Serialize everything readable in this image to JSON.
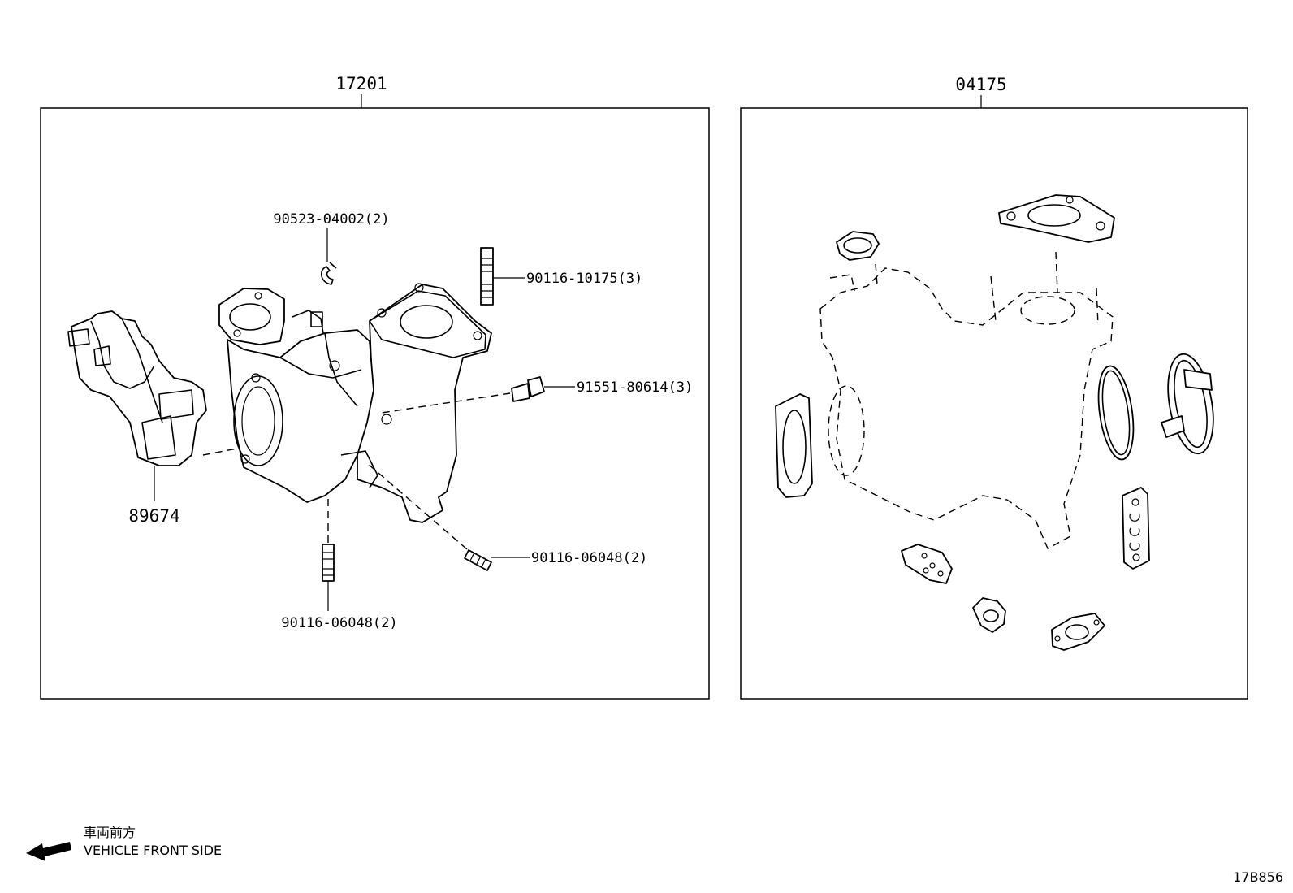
{
  "group_left": {
    "title": "17201",
    "callouts": {
      "actuator": "89674",
      "clip": "90523-04002(2)",
      "stud_top": "90116-10175(3)",
      "bolt": "91551-80614(3)",
      "stud_right": "90116-06048(2)",
      "stud_bottom": "90116-06048(2)"
    }
  },
  "group_right": {
    "title": "04175"
  },
  "direction": {
    "label_jp": "車両前方",
    "label_en": "VEHICLE FRONT SIDE"
  },
  "diagram_code": "17B856"
}
